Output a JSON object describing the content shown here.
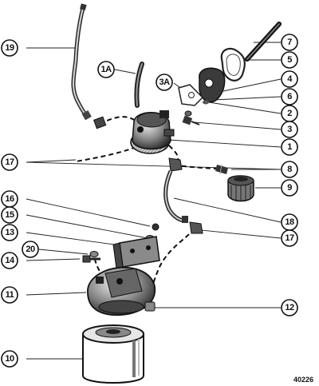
{
  "diagram": {
    "figure_number": "40226",
    "callouts": {
      "c1": "1",
      "c1a": "1A",
      "c2": "2",
      "c3": "3",
      "c3a": "3A",
      "c4": "4",
      "c5": "5",
      "c6": "6",
      "c7": "7",
      "c8": "8",
      "c9": "9",
      "c10": "10",
      "c11": "11",
      "c12": "12",
      "c13": "13",
      "c14": "14",
      "c15": "15",
      "c16": "16",
      "c17a": "17",
      "c17b": "17",
      "c18": "18",
      "c19": "19",
      "c20": "20"
    }
  }
}
